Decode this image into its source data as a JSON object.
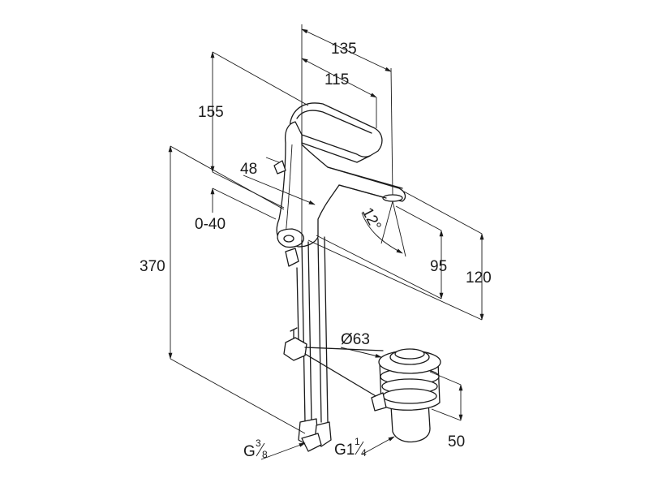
{
  "dimensions": {
    "d135": "135",
    "d115": "115",
    "d155": "155",
    "d48": "48",
    "d0_40": "0-40",
    "d12deg": "12°",
    "d370": "370",
    "d95": "95",
    "d120": "120",
    "d63": "Ø63",
    "d50": "50"
  },
  "threads": {
    "g38_main": "G",
    "g38_num": "3",
    "g38_den": "8",
    "g114_main": "G1",
    "g114_num": "1",
    "g114_den": "4"
  }
}
